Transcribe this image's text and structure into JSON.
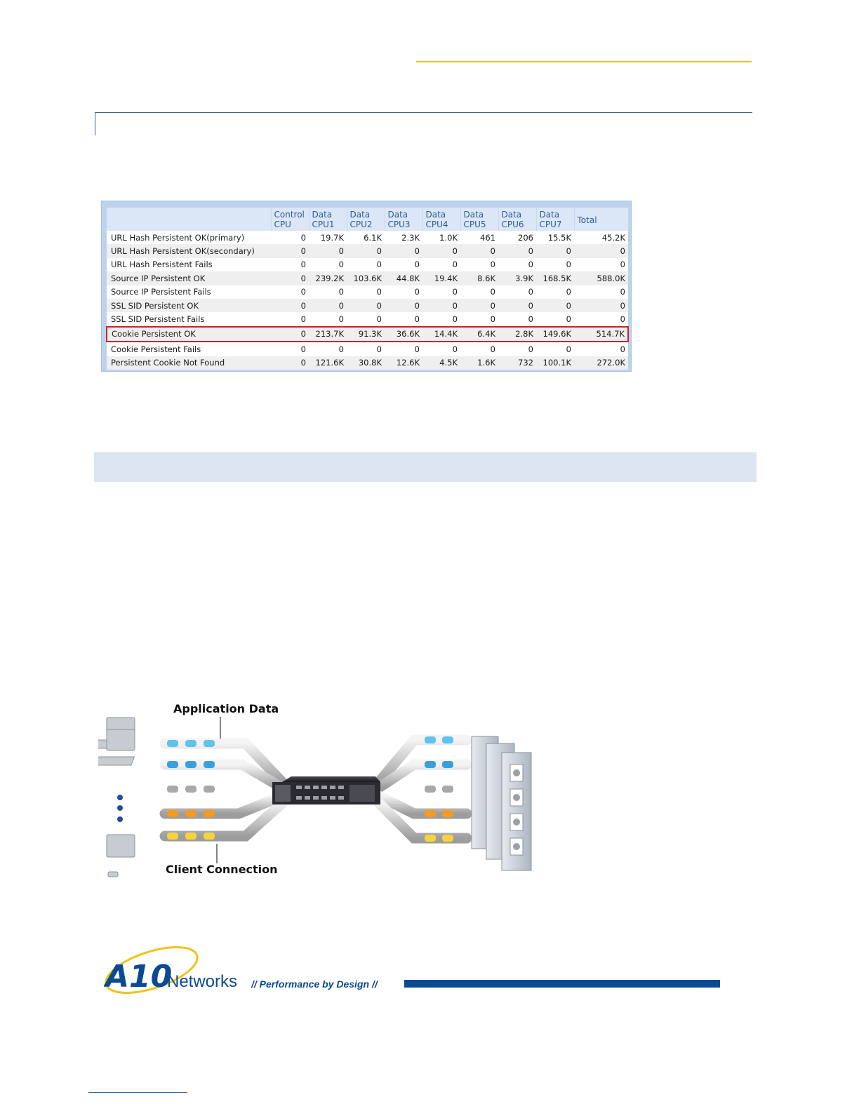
{
  "stats_table": {
    "columns": [
      "",
      "Control CPU",
      "Data CPU1",
      "Data CPU2",
      "Data CPU3",
      "Data CPU4",
      "Data CPU5",
      "Data CPU6",
      "Data CPU7",
      "Total"
    ],
    "rows": [
      {
        "label": "URL Hash Persistent OK(primary)",
        "values": [
          "0",
          "19.7K",
          "6.1K",
          "2.3K",
          "1.0K",
          "461",
          "206",
          "15.5K",
          "45.2K"
        ]
      },
      {
        "label": "URL Hash Persistent OK(secondary)",
        "values": [
          "0",
          "0",
          "0",
          "0",
          "0",
          "0",
          "0",
          "0",
          "0"
        ]
      },
      {
        "label": "URL Hash Persistent Fails",
        "values": [
          "0",
          "0",
          "0",
          "0",
          "0",
          "0",
          "0",
          "0",
          "0"
        ]
      },
      {
        "label": "Source IP Persistent OK",
        "values": [
          "0",
          "239.2K",
          "103.6K",
          "44.8K",
          "19.4K",
          "8.6K",
          "3.9K",
          "168.5K",
          "588.0K"
        ]
      },
      {
        "label": "Source IP Persistent Fails",
        "values": [
          "0",
          "0",
          "0",
          "0",
          "0",
          "0",
          "0",
          "0",
          "0"
        ]
      },
      {
        "label": "SSL SID Persistent OK",
        "values": [
          "0",
          "0",
          "0",
          "0",
          "0",
          "0",
          "0",
          "0",
          "0"
        ]
      },
      {
        "label": "SSL SID Persistent Fails",
        "values": [
          "0",
          "0",
          "0",
          "0",
          "0",
          "0",
          "0",
          "0",
          "0"
        ]
      },
      {
        "label": "Cookie Persistent OK",
        "values": [
          "0",
          "213.7K",
          "91.3K",
          "36.6K",
          "14.4K",
          "6.4K",
          "2.8K",
          "149.6K",
          "514.7K"
        ],
        "highlighted": true
      },
      {
        "label": "Cookie Persistent Fails",
        "values": [
          "0",
          "0",
          "0",
          "0",
          "0",
          "0",
          "0",
          "0",
          "0"
        ]
      },
      {
        "label": "Persistent Cookie Not Found",
        "values": [
          "0",
          "121.6K",
          "30.8K",
          "12.6K",
          "4.5K",
          "1.6K",
          "732",
          "100.1K",
          "272.0K"
        ]
      }
    ],
    "highlight_color": "#d4202a"
  },
  "diagram": {
    "label_top": "Application Data",
    "label_bottom": "Client Connection"
  },
  "logo": {
    "brand_a10": "A10",
    "brand_networks": "Networks",
    "tagline": "// Performance by Design //"
  },
  "colors": {
    "accent_yellow": "#f0c419",
    "rule_blue": "#3d5f8f",
    "brand_blue": "#0a4a93",
    "band_gray": "#dce5f0"
  }
}
